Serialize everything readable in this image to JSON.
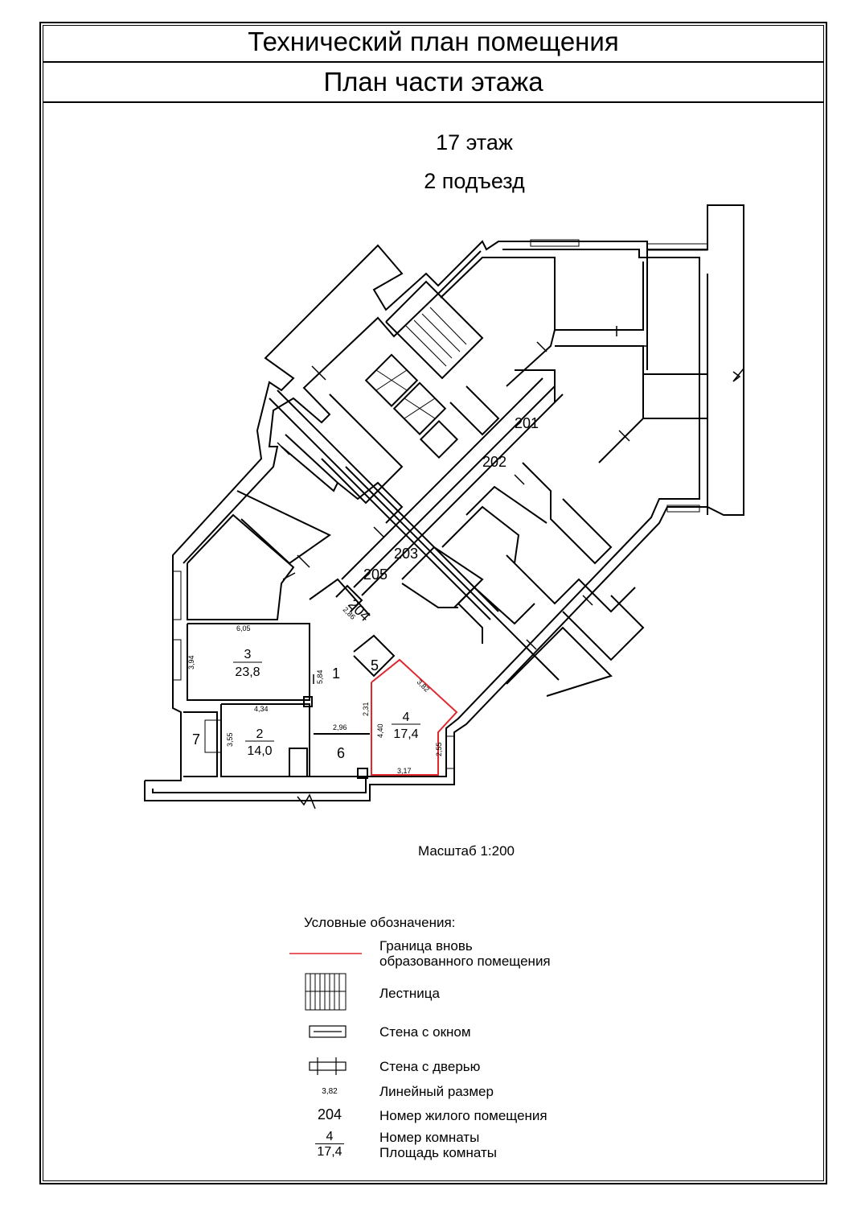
{
  "header": {
    "title": "Технический план помещения",
    "subtitle": "План части этажа"
  },
  "floor_info": {
    "floor": "17 этаж",
    "entrance": "2 подъезд"
  },
  "plan": {
    "apartment_numbers": [
      "201",
      "202",
      "203",
      "205",
      "204"
    ],
    "rooms": [
      {
        "number": "1",
        "area": ""
      },
      {
        "number": "2",
        "area": "14,0"
      },
      {
        "number": "3",
        "area": "23,8"
      },
      {
        "number": "4",
        "area": "17,4"
      },
      {
        "number": "5",
        "area": ""
      },
      {
        "number": "6",
        "area": ""
      },
      {
        "number": "7",
        "area": ""
      }
    ],
    "dimensions": [
      "6,05",
      "3,94",
      "5,84",
      "4,34",
      "3,55",
      "2,96",
      "2,31",
      "4,40",
      "3,82",
      "2,55",
      "3,17",
      "2,86"
    ],
    "boundary_color": "#e0282e"
  },
  "scale": "Масштаб 1:200",
  "legend": {
    "title": "Условные обозначения:",
    "items": [
      {
        "label": "Граница вновь образованного помещения",
        "line1": "Граница вновь",
        "line2": "образованного помещения",
        "icon": "red-line-icon"
      },
      {
        "label": "Лестница",
        "icon": "stair-icon"
      },
      {
        "label": "Стена с окном",
        "icon": "window-wall-icon"
      },
      {
        "label": "Стена с дверью",
        "icon": "door-wall-icon"
      },
      {
        "label": "Линейный размер",
        "sample": "3,82"
      },
      {
        "label": "Номер жилого помещения",
        "sample": "204"
      },
      {
        "label": "Номер комнаты",
        "sample": "4"
      },
      {
        "label": "Площадь комнаты",
        "sample": "17,4"
      }
    ]
  }
}
